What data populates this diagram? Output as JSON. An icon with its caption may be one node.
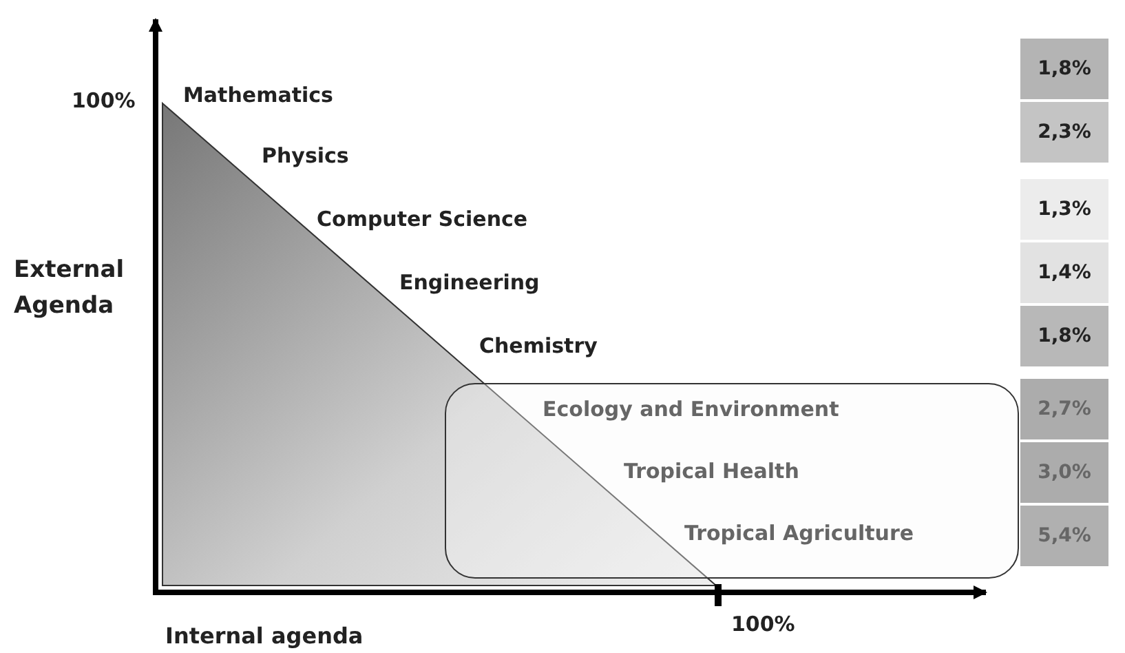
{
  "diagram": {
    "nodes": [
      {
        "text": [
          "Ecology and Environment",
          "Tropical Health",
          "Tropical Agriculture"
        ]
      }
    ],
    "labels": [
      "100%",
      "Mathematics",
      "1,8%",
      "Physics",
      "2,3%",
      "Computer Science",
      "1,3%",
      "External Agenda",
      "Engineering",
      "1,4%",
      "Chemistry",
      "1,8%",
      "2,7%",
      "3,0%",
      "5,4%",
      "100%",
      "Internal agenda"
    ]
  }
}
